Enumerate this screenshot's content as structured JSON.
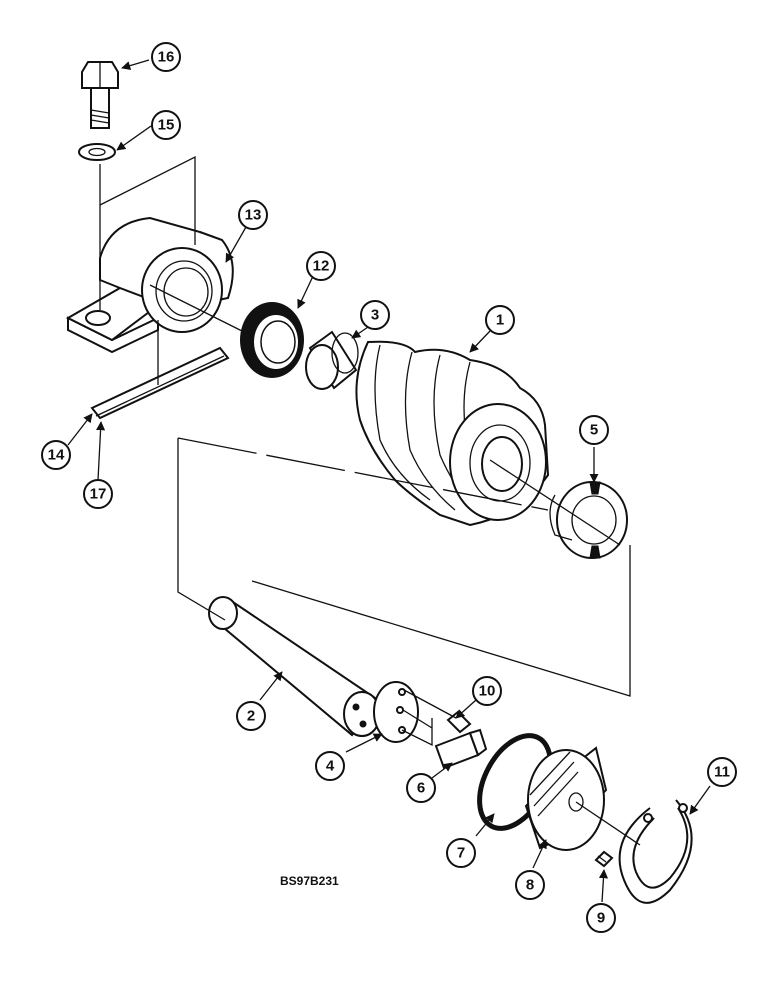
{
  "callouts": [
    "1",
    "2",
    "3",
    "4",
    "5",
    "6",
    "7",
    "8",
    "9",
    "10",
    "11",
    "12",
    "13",
    "14",
    "15",
    "16",
    "17"
  ],
  "reference_code": "BS97B231"
}
